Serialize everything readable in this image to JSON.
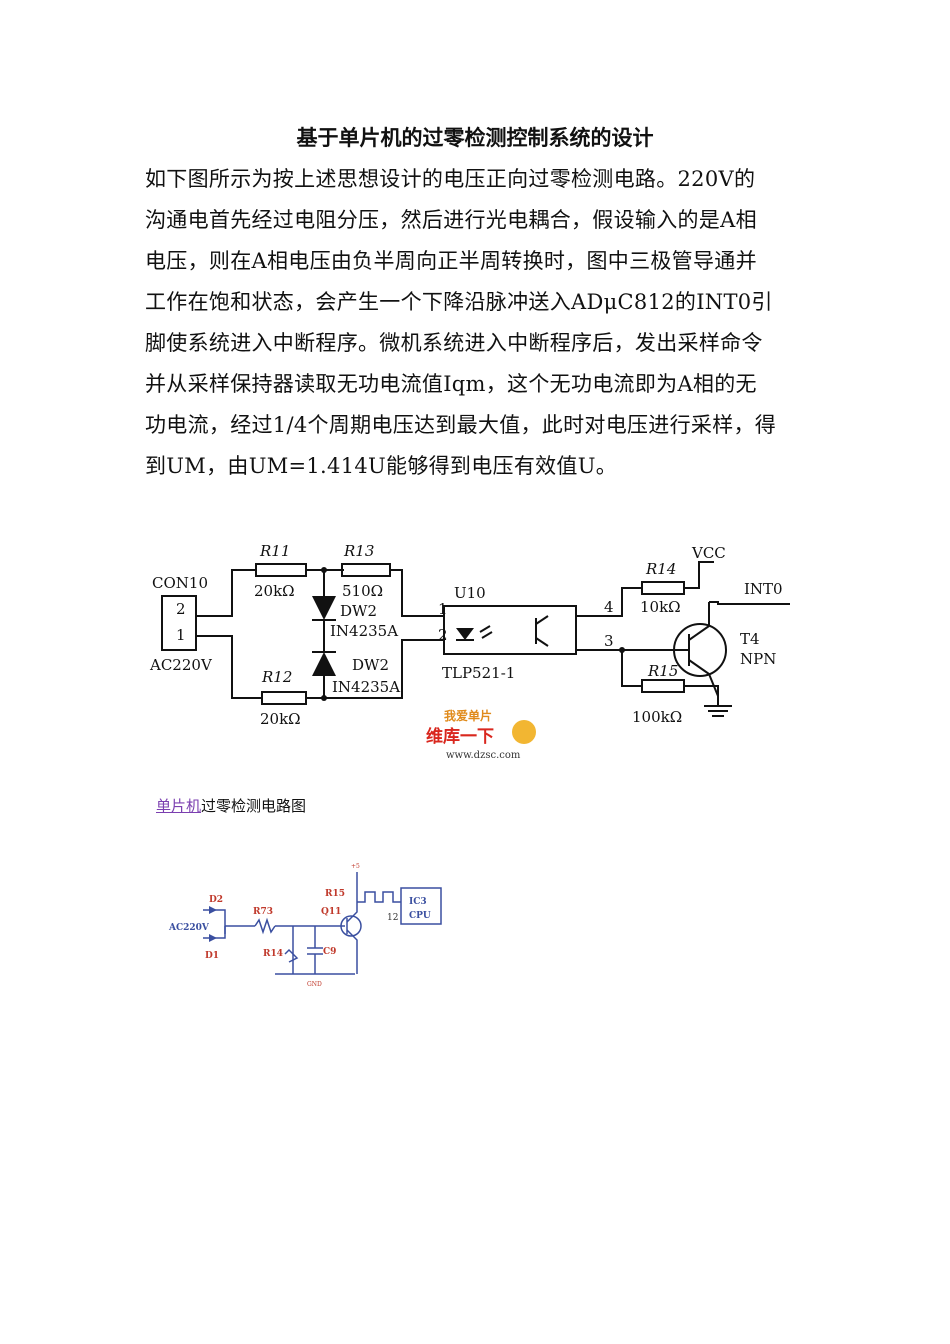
{
  "title": "基于单片机的过零检测控制系统的设计",
  "paragraph_lines": [
    "如下图所示为按上述思想设计的电压正向过零检测电路。220V的",
    "沟通电首先经过电阻分压，然后进行光电耦合，假设输入的是A相",
    "电压，则在A相电压由负半周向正半周转换时，图中三极管导通并",
    "工作在饱和状态，会产生一个下降沿脉冲送入ADμC812的INT0引",
    "脚使系统进入中断程序。微机系统进入中断程序后，发出采样命令",
    "并从采样保持器读取无功电流值Iqm，这个无功电流即为A相的无",
    "功电流，经过1/4个周期电压达到最大值，此时对电压进行采样，得",
    "到UM，由UM=1.414U能够得到电压有效值U。"
  ],
  "circuit1": {
    "con": "CON10",
    "pin2": "2",
    "pin1": "1",
    "ac": "AC220V",
    "r11": "R11",
    "r11_val": "20kΩ",
    "r12": "R12",
    "r12_val": "20kΩ",
    "r13": "R13",
    "r13_val": "510Ω",
    "dw_top": "DW2",
    "dw_top_part": "IN4235A",
    "dw_bot": "DW2",
    "dw_bot_part": "IN4235A",
    "u10": "U10",
    "opto": "TLP521-1",
    "p1": "1",
    "p2": "2",
    "p3": "3",
    "p4": "4",
    "r14": "R14",
    "r14_val": "10kΩ",
    "r15": "R15",
    "r15_val": "100kΩ",
    "vcc": "VCC",
    "int0": "INT0",
    "t4": "T4",
    "npn": "NPN",
    "wm1": "我爱单片",
    "wm2": "维库一下",
    "wm3": "www.dzsc.com"
  },
  "caption": {
    "link": "单片机",
    "rest": "过零检测电路图"
  },
  "circuit2": {
    "d2": "D2",
    "d1": "D1",
    "ac": "AC220V",
    "r73": "R73",
    "r14": "R14",
    "c9": "C9",
    "r15": "R15",
    "q11": "Q11",
    "ic3": "IC3",
    "cpu": "CPU",
    "pin": "12",
    "plus": "+5",
    "gnd": "GND"
  },
  "colors": {
    "caption_link": "#7b3fb0",
    "label_red": "#c0392b",
    "wire_blue": "#3a4fa0"
  }
}
